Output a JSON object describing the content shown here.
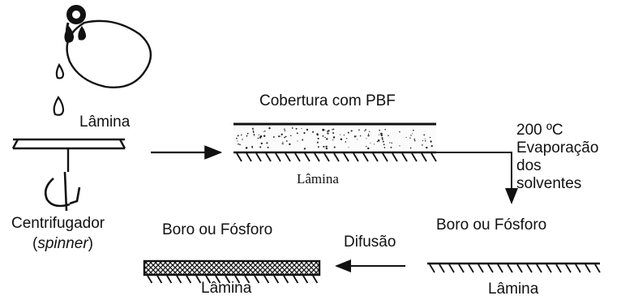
{
  "colors": {
    "ink": "#111111",
    "background": "#ffffff"
  },
  "step1": {
    "wafer_label": "Lâmina",
    "spinner_label": "Centrifugador",
    "spinner_note_open": "(",
    "spinner_note_word": "spinner",
    "spinner_note_close": ")"
  },
  "step2": {
    "title": "Cobertura com PBF",
    "wafer_label": "Lâmina"
  },
  "step3": {
    "lines": [
      "200 ºC",
      "Evaporação",
      "dos",
      "solventes"
    ]
  },
  "step4": {
    "title": "Boro ou Fósforo",
    "wafer_label": "Lâmina"
  },
  "step5": {
    "title": "Boro ou Fósforo",
    "wafer_label": "Lâmina"
  },
  "transition_label": "Difusão"
}
